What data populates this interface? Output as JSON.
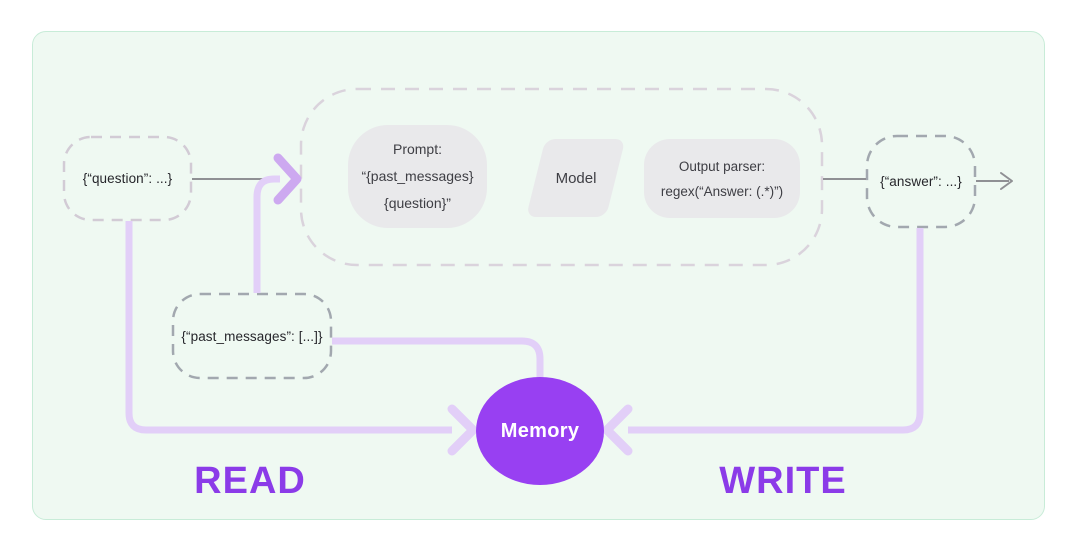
{
  "canvas": {
    "background": "#EFF9F2",
    "border_color": "#C8ECD8"
  },
  "nodes": {
    "question": {
      "label": "{“question”: ...}"
    },
    "past_messages": {
      "label": "{“past_messages”: [...]}"
    },
    "answer": {
      "label": "{“answer”: ...}"
    },
    "prompt": {
      "lines": [
        "Prompt:",
        "“{past_messages}",
        "{question}”"
      ]
    },
    "model": {
      "label": "Model"
    },
    "output_parser": {
      "lines": [
        "Output parser:",
        "regex(“Answer: (.*)”)"
      ]
    },
    "memory": {
      "label": "Memory",
      "fill": "#9840F2"
    }
  },
  "labels": {
    "read": "READ",
    "write": "WRITE",
    "color": "#8B3BE8"
  },
  "edges": [
    {
      "from": "question",
      "to": "chain",
      "style": "gray",
      "arrow": false
    },
    {
      "from": "chain",
      "to": "answer",
      "style": "gray",
      "arrow": false
    },
    {
      "from": "answer",
      "to": "outside-right",
      "style": "gray",
      "arrow": true
    },
    {
      "from": "question",
      "to": "memory",
      "style": "lavender",
      "arrow": true,
      "group": "read"
    },
    {
      "from": "past_messages",
      "to": "chain",
      "style": "lavender",
      "arrow": true,
      "group": "read"
    },
    {
      "from": "past_messages",
      "to": "memory",
      "style": "lavender",
      "arrow": false,
      "group": "read"
    },
    {
      "from": "answer",
      "to": "memory",
      "style": "lavender",
      "arrow": true,
      "group": "write"
    }
  ],
  "colors": {
    "lavender_line": "#E2CFF8",
    "chevron_dark": "#CDA9F0",
    "gray_line": "#8F9094",
    "node_fill": "#E9E9EB",
    "node_text": "#3E3E44",
    "dash_light": "#D2CBD5",
    "dash_chain": "#DAD3DC",
    "dash_dark": "#A2A8AF"
  }
}
